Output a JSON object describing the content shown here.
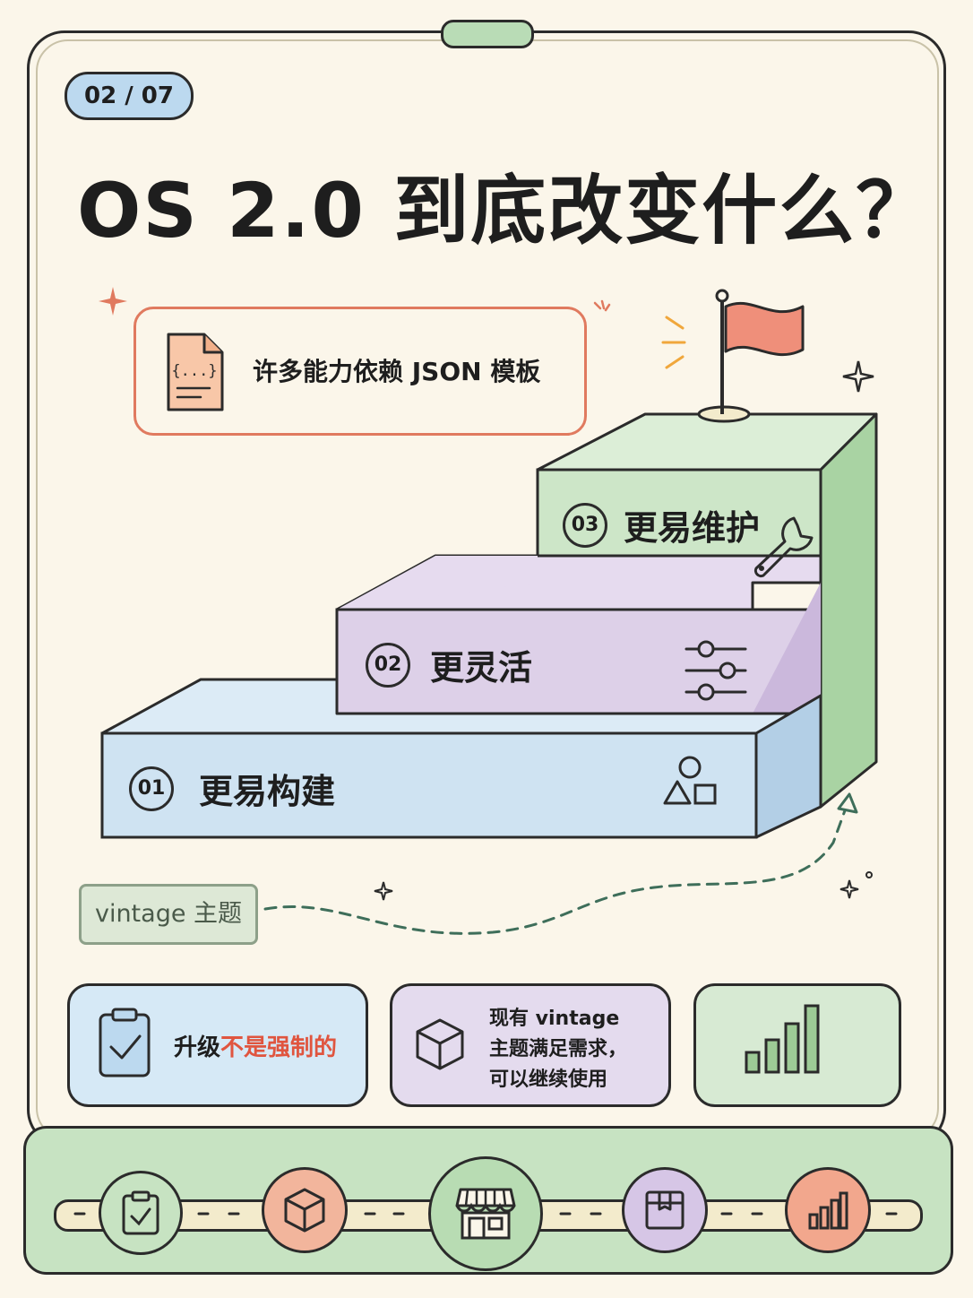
{
  "page": {
    "badge": "02 / 07",
    "title": "OS 2.0 到底改变什么？"
  },
  "json_note": {
    "icon": "json-file-icon",
    "icon_text": "{...}",
    "label": "许多能力依赖 JSON 模板"
  },
  "steps": [
    {
      "num": "01",
      "label": "更易构建",
      "icon": "shapes-icon",
      "color": "#cfe3f2"
    },
    {
      "num": "02",
      "label": "更灵活",
      "icon": "sliders-icon",
      "color": "#ddd0e8"
    },
    {
      "num": "03",
      "label": "更易维护",
      "icon": "wrench-icon",
      "color": "#cde6c8"
    }
  ],
  "theme_tag": "vintage 主题",
  "info_cards": [
    {
      "icon": "clipboard-check-icon",
      "text_plain": "升级",
      "text_highlight": "不是强制的",
      "highlight_color": "#e0553f"
    },
    {
      "icon": "cube-icon",
      "lines": [
        "现有 vintage",
        "主题满足需求，",
        "可以继续使用"
      ]
    },
    {
      "icon": "bar-chart-icon"
    }
  ],
  "bottom_nav": [
    {
      "icon": "clipboard-check-icon",
      "color": "#c7e3c2"
    },
    {
      "icon": "cube-icon",
      "color": "#f2b59c"
    },
    {
      "icon": "storefront-icon",
      "color": "#b8dcb3"
    },
    {
      "icon": "box-icon",
      "color": "#d6c6e6"
    },
    {
      "icon": "bar-chart-icon",
      "color": "#f2a78d"
    }
  ],
  "colors": {
    "background": "#fbf6ea",
    "outline": "#2b2b2b",
    "accent_red": "#e07a5f",
    "green": "#cde6c8",
    "blue": "#cfe3f2",
    "purple": "#ddd0e8"
  }
}
